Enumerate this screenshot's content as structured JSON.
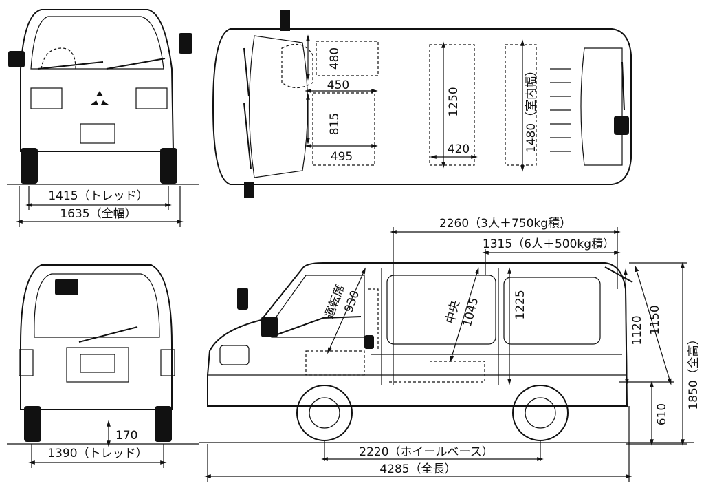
{
  "dimensions": {
    "front_tread": "1415（トレッド）",
    "overall_width": "1635（全幅）",
    "top_480": "480",
    "top_450": "450",
    "top_815": "815",
    "top_495": "495",
    "top_1250": "1250",
    "top_420": "420",
    "interior_width": "1480（室内幅）",
    "cargo_3p": "2260（3人＋750kg積）",
    "cargo_6p": "1315（6人＋500kg積）",
    "driver_seat_label": "運転席",
    "driver_seat_value": "930",
    "center_label": "中央",
    "center_value": "1045",
    "height_1225": "1225",
    "height_1120": "1120",
    "height_1150": "1150",
    "overall_height": "1850（全高）",
    "floor_height": "610",
    "ground_clearance": "170",
    "rear_tread": "1390（トレッド）",
    "wheelbase": "2220（ホイールベース）",
    "overall_length": "4285（全長）"
  }
}
